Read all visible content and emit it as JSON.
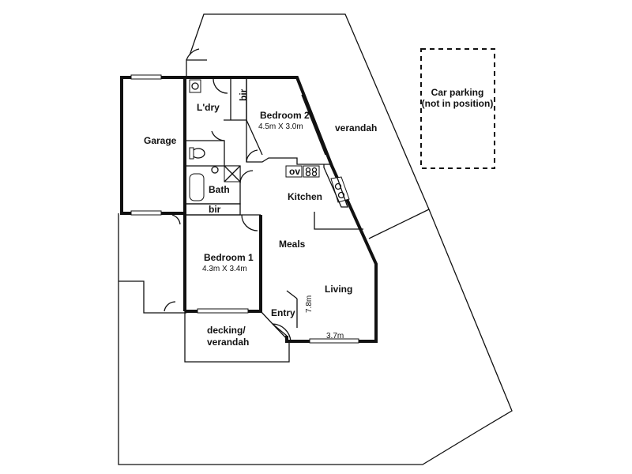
{
  "rooms": {
    "garage": "Garage",
    "laundry": "L'dry",
    "bir_top": "bir",
    "bedroom2": "Bedroom 2",
    "bedroom2_size": "4.5m X 3.0m",
    "verandah": "verandah",
    "car_parking_line1": "Car parking",
    "car_parking_line2": "(not in position)",
    "oven": "ov",
    "kitchen": "Kitchen",
    "bath": "Bath",
    "bir_mid": "bir",
    "meals": "Meals",
    "bedroom1": "Bedroom 1",
    "bedroom1_size": "4.3m X 3.4m",
    "living": "Living",
    "entry": "Entry",
    "dim_entry": "7.8m",
    "dim_living": "3.7m",
    "decking_line1": "decking/",
    "decking_line2": "verandah"
  }
}
